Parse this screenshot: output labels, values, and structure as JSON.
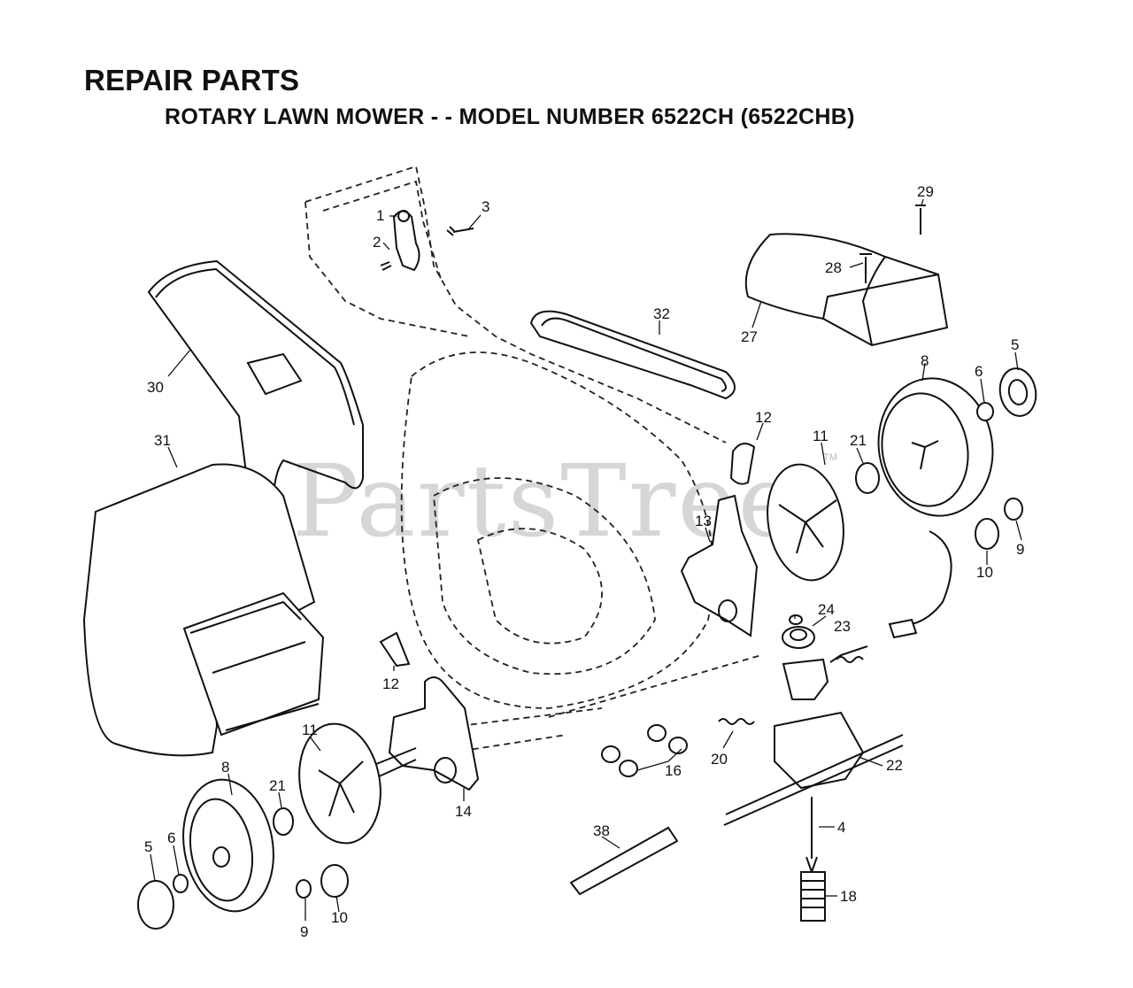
{
  "header": {
    "title": "REPAIR PARTS",
    "subtitle": "ROTARY LAWN MOWER - - MODEL NUMBER 6522CH (6522CHB)"
  },
  "watermark": {
    "text": "PartsTree",
    "tm": "TM"
  },
  "callouts": {
    "c1": "1",
    "c2": "2",
    "c3": "3",
    "c29": "29",
    "c28": "28",
    "c27": "27",
    "c32": "32",
    "c30": "30",
    "c31": "31",
    "c8_right": "8",
    "c6_right": "6",
    "c5_right": "5",
    "c12_top": "12",
    "c11_top": "11",
    "c21_top": "21",
    "c13": "13",
    "c9_right": "9",
    "c10_right": "10",
    "c24": "24",
    "c23": "23",
    "c12_left": "12",
    "c20": "20",
    "c22": "22",
    "c16": "16",
    "c14": "14",
    "c11_bottom": "11",
    "c8_left": "8",
    "c21_bottom": "21",
    "c5_left": "5",
    "c6_left": "6",
    "c9_left": "9",
    "c10_left": "10",
    "c38": "38",
    "c4": "4",
    "c18": "18"
  }
}
